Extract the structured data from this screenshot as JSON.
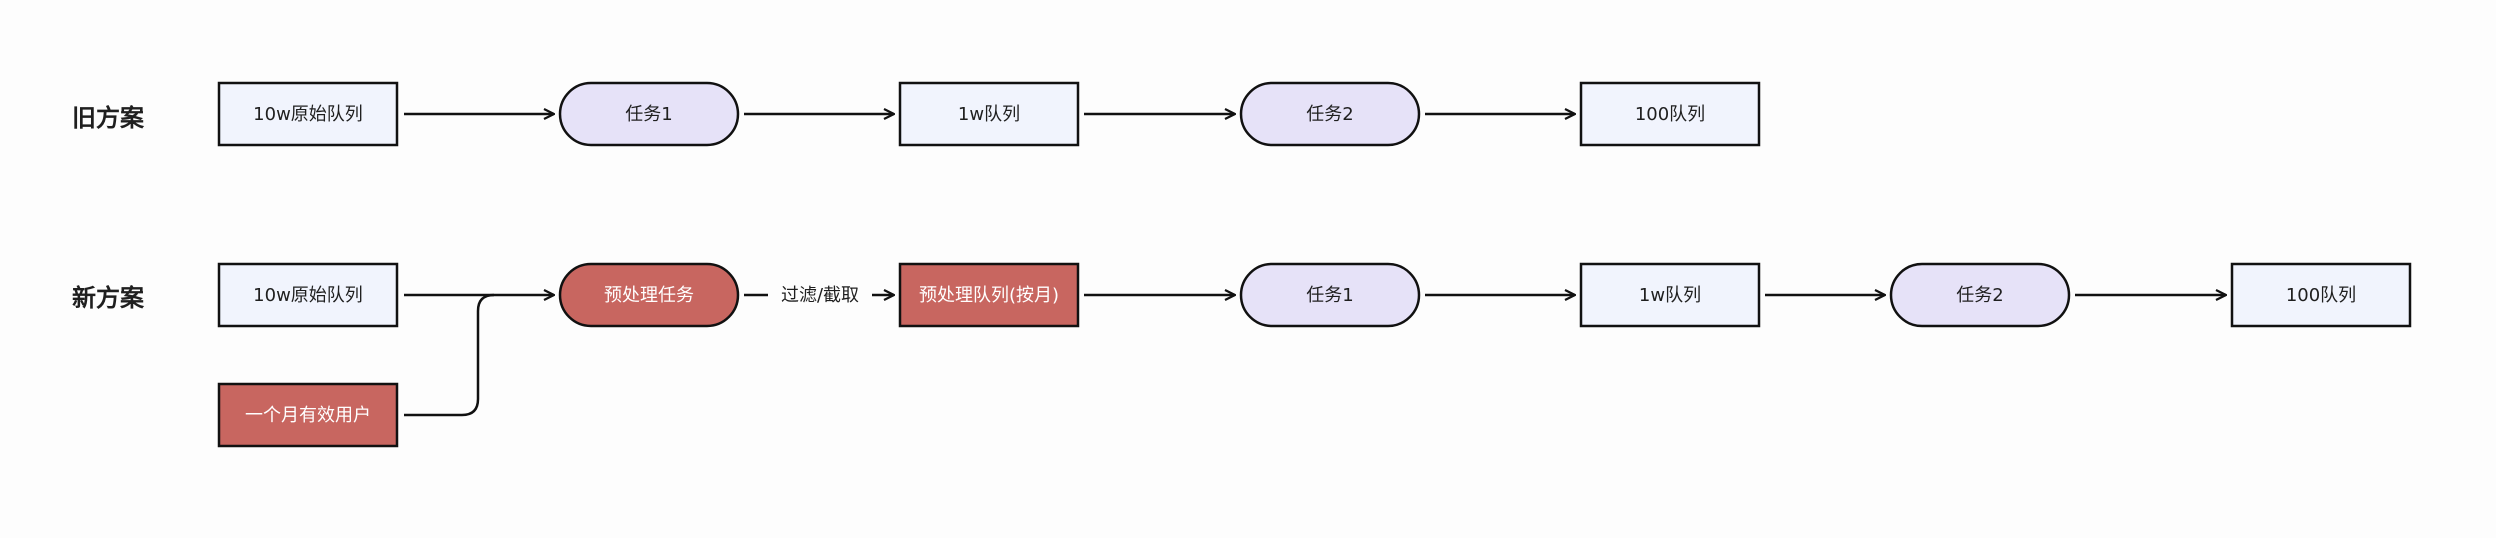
{
  "rows": {
    "old": {
      "label": "旧方案",
      "nodes": [
        {
          "text": "10w原始队列",
          "shape": "rect"
        },
        {
          "text": "任务1",
          "shape": "pill"
        },
        {
          "text": "1w队列",
          "shape": "rect"
        },
        {
          "text": "任务2",
          "shape": "pill"
        },
        {
          "text": "100队列",
          "shape": "rect"
        }
      ]
    },
    "new": {
      "label": "新方案",
      "nodes": [
        {
          "text": "10w原始队列",
          "shape": "rect"
        },
        {
          "text": "一个月有效用户",
          "shape": "rect",
          "highlight": true
        },
        {
          "text": "预处理任务",
          "shape": "pill",
          "highlight": true
        },
        {
          "text": "预处理队列(按月)",
          "shape": "rect",
          "highlight": true
        },
        {
          "text": "任务1",
          "shape": "pill"
        },
        {
          "text": "1w队列",
          "shape": "rect"
        },
        {
          "text": "任务2",
          "shape": "pill"
        },
        {
          "text": "100队列",
          "shape": "rect"
        }
      ],
      "edge_label": "过滤/截取"
    }
  },
  "colors": {
    "rect_fill": "#f1f4fd",
    "pill_fill": "#e6e2f8",
    "highlight_fill": "#c86660",
    "stroke": "#111111",
    "background": "#fdfdfd"
  }
}
